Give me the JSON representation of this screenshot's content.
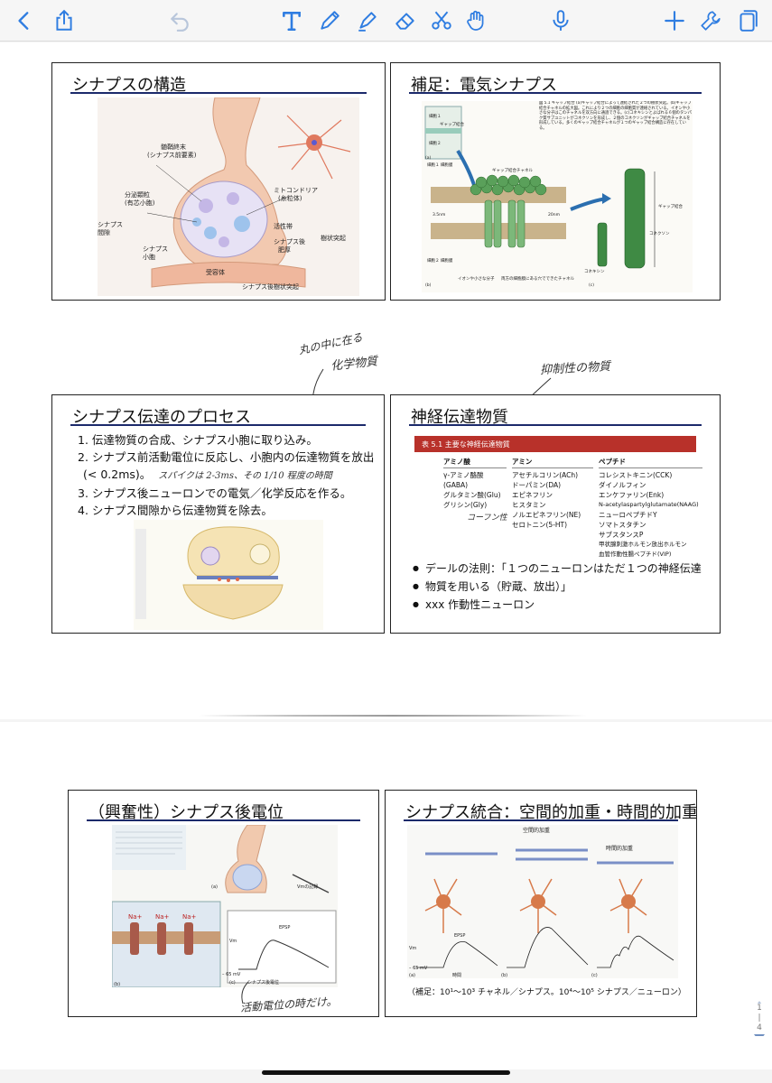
{
  "toolbar": {
    "icons": [
      "back-icon",
      "share-icon",
      "undo-icon",
      "text-tool-icon",
      "pen-icon",
      "highlighter-icon",
      "eraser-icon",
      "scissors-icon",
      "hand-icon",
      "microphone-icon",
      "add-icon",
      "wrench-icon",
      "pages-icon"
    ],
    "accent": "#2f7de1"
  },
  "slides": {
    "s1": {
      "title": "シナプスの構造",
      "fig_labels": [
        "髄鞘終末",
        "(シナプス前要素)",
        "分泌顆粒",
        "(有芯小胞)",
        "ミトコンドリア",
        "(糸粒体)",
        "シナプス",
        "間隙",
        "シナプス",
        "小胞",
        "活性帯",
        "シナプス後",
        "肥厚",
        "樹状突起",
        "受容体",
        "シナプス後樹状突起"
      ]
    },
    "s2": {
      "title": "補足：電気シナプス",
      "caption": "図 5.1 ギャップ結合 (a)ギャップ結合によって連結された２つの樹状突起。(b)ギャップ結合チャネルの拡大図。これにより２つの細胞の細胞質が連絡されている。イオンや小さな分子はこのチャネルを双方向に通過できる。(c)コネキシンとよばれる６個のタンパク質サブユニットがコネクソンを形成し、２個のコネクソンがギャップ結合チャネルを形成している。多くのギャップ結合チャネルが１つのギャップ結合構造に存在している。",
      "fig_labels": [
        "細胞１",
        "ギャップ結合",
        "細胞２",
        "ギャップ結合チャネル",
        "ギャップ結合",
        "コネクソン",
        "コネキシン",
        "イオンや小さな分子",
        "両方の細胞膜にある穴でできたチャネル",
        "3.5nm",
        "20nm",
        "細胞１ 細胞膜",
        "細胞２ 細胞膜",
        "(a)",
        "(b)",
        "(c)"
      ]
    },
    "s3": {
      "title": "シナプス伝達のプロセス",
      "items": [
        "1.  伝達物質の合成、シナプス小胞に取り込み。",
        "2.  シナプス前活動電位に反応し、小胞内の伝達物質を放出",
        "(< 0.2ms)。",
        "3.  シナプス後ニューロンでの電気／化学反応を作る。",
        "4.  シナプス間隙から伝達物質を除去。"
      ],
      "handwriting_inline": "スパイクは 2-3ms、その 1/10 程度の時間"
    },
    "s4": {
      "title": "神経伝達物質",
      "table_title": "表 5.1  主要な神経伝達物質",
      "columns": [
        {
          "header": "アミノ酸",
          "rows": [
            "γ-アミノ酪酸(GABA)",
            "グルタミン酸(Glu)",
            "グリシン(Gly)"
          ]
        },
        {
          "header": "アミン",
          "rows": [
            "アセチルコリン(ACh)",
            "ドーパミン(DA)",
            "エピネフリン",
            "ヒスタミン",
            "ノルエピネフリン(NE)",
            "セロトニン(5-HT)"
          ]
        },
        {
          "header": "ペプチド",
          "rows": [
            "コレシストキニン(CCK)",
            "ダイノルフィン",
            "エンケファリン(Enk)",
            "N-acetylaspartylglutamate(NAAG)",
            "ニューロペプチドY",
            "ソマトスタチン",
            "サブスタンスP",
            "甲状腺刺激ホルモン放出ホルモン",
            "血管作動性腸ペプチド(VIP)"
          ]
        }
      ],
      "bullets": [
        "デールの法則：「１つのニューロンはただ１つの神経伝達",
        "物質を用いる（貯蔵、放出）」",
        "xxx 作動性ニューロン"
      ],
      "handwriting_table": "コーフン性"
    },
    "s5": {
      "title": "（興奮性）シナプス後電位",
      "fig_labels": [
        "Na+",
        "Na+",
        "Na+",
        "EPSP",
        "Vm",
        "– 65 mV",
        "シナプス後電位",
        "Vmの記録",
        "(a)",
        "(b)",
        "(c)"
      ]
    },
    "s6": {
      "title": "シナプス統合：空間的加重・時間的加重",
      "panel_titles": [
        "空間的加重",
        "時間的加重"
      ],
      "graph_labels": [
        "EPSP",
        "Vm",
        "– 65 mV",
        "時間",
        "(a)",
        "(b)",
        "(c)"
      ],
      "footnote": "（補足：10¹～10³ チャネル／シナプス。10⁴～10⁵ シナプス／ニューロン）"
    }
  },
  "annotations": {
    "note1": "丸の中に在る",
    "note2": "化学物質",
    "note3": "抑制性の物質",
    "note4": "活動電位の時だけ。"
  },
  "page_indicator": {
    "line1": "1",
    "line2": "|",
    "line3": "4"
  }
}
